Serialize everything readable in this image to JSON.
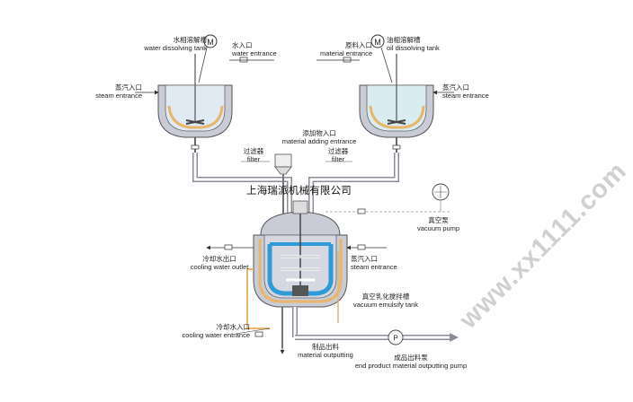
{
  "labels": {
    "water_tank": {
      "cn": "水相溶解槽",
      "en": "water dissolving tank"
    },
    "water_entrance": {
      "cn": "水入口",
      "en": "water entrance"
    },
    "material_entrance_top": {
      "cn": "原料入口",
      "en": "material entrance"
    },
    "oil_tank": {
      "cn": "油相溶解槽",
      "en": "oil dissolving tank"
    },
    "steam_entrance_left": {
      "cn": "蒸汽入口",
      "en": "steam entrance"
    },
    "steam_entrance_right": {
      "cn": "蒸汽入口",
      "en": "steam entrance"
    },
    "material_adding": {
      "cn": "添加物入口",
      "en": "material adding entrance"
    },
    "filter_left": {
      "cn": "过滤器",
      "en": "filter"
    },
    "filter_right": {
      "cn": "过滤器",
      "en": "filter"
    },
    "vacuum_pump": {
      "cn": "真空泵",
      "en": "vacuum pump"
    },
    "cooling_outlet": {
      "cn": "冷却水出口",
      "en": "cooling water outlet"
    },
    "steam_entrance_main": {
      "cn": "蒸汽入口",
      "en": "steam entrance"
    },
    "emulsify_tank": {
      "cn": "真空乳化搅拌槽",
      "en": "vacuum emulsify tank"
    },
    "cooling_entrance": {
      "cn": "冷却水入口",
      "en": "cooling water entrance"
    },
    "material_outputting": {
      "cn": "制品出料",
      "en": "material outputting"
    },
    "end_product_pump": {
      "cn": "成品出料泵",
      "en": "end product material outputting pump"
    }
  },
  "motor_symbol": "M",
  "pump_symbol": "P",
  "company": "上海瑞派机械有限公司",
  "watermark": "www.xx1111.com",
  "colors": {
    "jacket_fill": "#c9ccd6",
    "vessel_outline": "#555555",
    "water_tank_liquid": "#dfeaf3",
    "oil_tank_liquid": "#d9ecef",
    "heating_coil": "#e8b56a",
    "scraper_blue": "#2f9ad8",
    "pipe": "#8a8e9a",
    "pipe_inner": "#ffffff"
  }
}
